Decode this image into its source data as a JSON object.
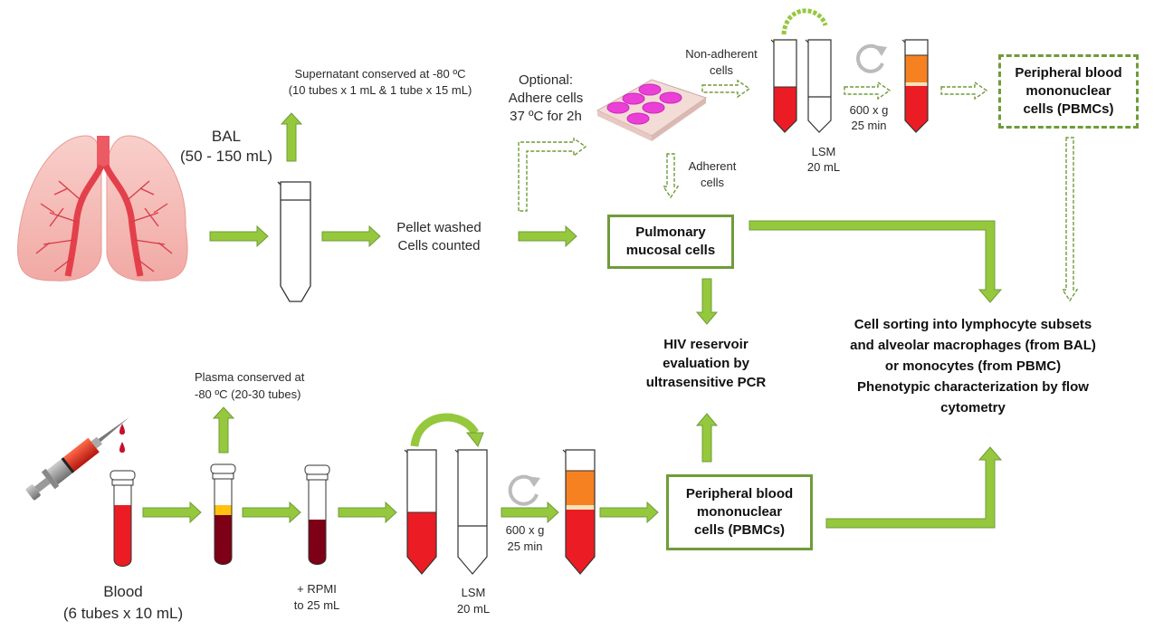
{
  "colors": {
    "arrow_fill": "#95c83c",
    "arrow_stroke": "#6f9c3a",
    "blood_red": "#ec1c24",
    "dark_blood": "#7d0016",
    "plasma_yellow": "#ffc20e",
    "plasma_orange": "#f68121",
    "buffy_coat": "#f5e2b8",
    "lung_pink": "#f5b6b1",
    "well_magenta": "#ec3fd8"
  },
  "bal": {
    "title": "BAL",
    "volume": "(50 - 150 mL)",
    "supernatant_line1": "Supernatant conserved at -80 ºC",
    "supernatant_line2": "(10 tubes x 1 mL & 1 tube x 15 mL)",
    "pellet_line1": "Pellet washed",
    "pellet_line2": "Cells counted",
    "optional_line1": "Optional:",
    "optional_line2": "Adhere cells",
    "optional_line3": "37 ºC for 2h",
    "non_adherent_line1": "Non-adherent",
    "non_adherent_line2": "cells",
    "adherent_line1": "Adherent",
    "adherent_line2": "cells",
    "lsm_line1": "LSM",
    "lsm_line2": "20 mL",
    "centrifuge_line1": "600 x g",
    "centrifuge_line2": "25 min",
    "pbmc_box_line1": "Peripheral blood",
    "pbmc_box_line2": "mononuclear",
    "pbmc_box_line3": "cells (PBMCs)"
  },
  "pulmonary_box": {
    "line1": "Pulmonary",
    "line2": "mucosal cells"
  },
  "hiv": {
    "line1": "HIV reservoir",
    "line2": "evaluation by",
    "line3": "ultrasensitive PCR"
  },
  "sorting": {
    "line1": "Cell sorting into lymphocyte subsets",
    "line2": "and alveolar macrophages (from BAL)",
    "line3": "or monocytes (from PBMC)",
    "line4": "Phenotypic characterization by flow",
    "line5": "cytometry"
  },
  "blood": {
    "title": "Blood",
    "volume": "(6 tubes x 10 mL)",
    "plasma_line1": "Plasma conserved at",
    "plasma_line2": "-80 ºC (20-30 tubes)",
    "rpmi_line1": "+ RPMI",
    "rpmi_line2": "to 25 mL",
    "lsm_line1": "LSM",
    "lsm_line2": "20 mL",
    "centrifuge_line1": "600 x g",
    "centrifuge_line2": "25 min",
    "pbmc_box_line1": "Peripheral blood",
    "pbmc_box_line2": "mononuclear",
    "pbmc_box_line3": "cells (PBMCs)"
  }
}
